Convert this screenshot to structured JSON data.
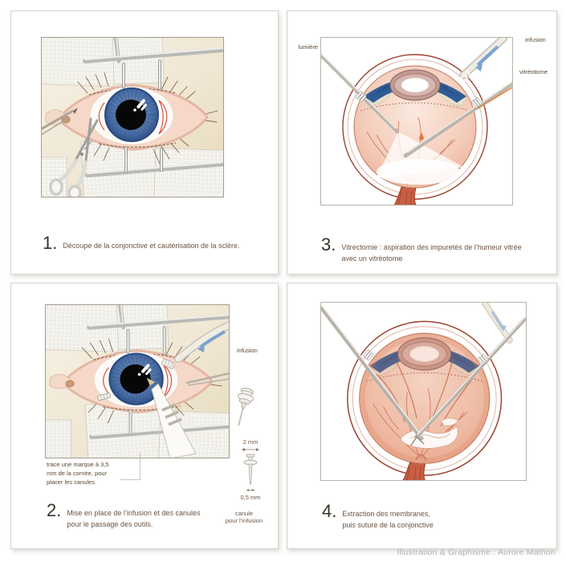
{
  "credit": "Illustration & Graphisme : Aurore Mathon",
  "panels": {
    "p1": {
      "number": "1.",
      "caption_line1": "Découpe de la conjonctive et cautérisation de la sclère.",
      "caption_line2": ""
    },
    "p2": {
      "number": "2.",
      "caption_line1": "Mise en place de l’infusion et des canules",
      "caption_line2": "pour le passage des outils.",
      "label_infusion": "infusion",
      "note": "trace une marque à 3,5 mm de la cornée, pour placer les canules",
      "dim_width": "2 mm",
      "dim_tip": "0,5 mm",
      "canule_label_line1": "canule",
      "canule_label_line2": "pour l’infusion"
    },
    "p3": {
      "number": "3.",
      "caption_line1": "Vitrectomie : aspiration des impuretés de l’humeur vitrée",
      "caption_line2": "avec un vitréotome",
      "label_lumiere": "lumière",
      "label_infusion": "infusion",
      "label_vitreotome": "vitréotome"
    },
    "p4": {
      "number": "4.",
      "caption_line1": "Extraction des membranes,",
      "caption_line2": "puis suture de la conjonctive"
    }
  },
  "colors": {
    "iris_blue": "#3a5d96",
    "incision_red": "#d6452f",
    "globe_outline": "#9a4231",
    "infusion_arrow": "#7aa3cf",
    "vitreotome_orange": "#e87f3a",
    "caption_brown": "#6b5340",
    "credit_gray": "#b2b2b2",
    "background_beige": "#efe6d2"
  }
}
